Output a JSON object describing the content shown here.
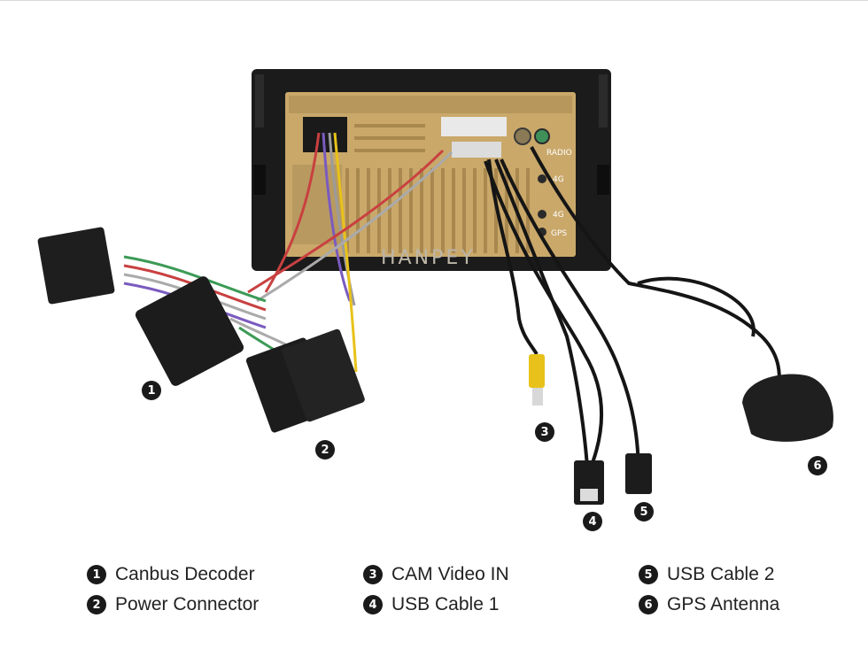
{
  "unit": {
    "port_labels": [
      "RADIO",
      "4G",
      "4G",
      "GPS"
    ],
    "watermark": "HANPEY"
  },
  "callouts": [
    "1",
    "2",
    "3",
    "4",
    "5",
    "6"
  ],
  "legend": [
    {
      "num": "1",
      "label": "Canbus Decoder"
    },
    {
      "num": "2",
      "label": "Power Connector"
    },
    {
      "num": "3",
      "label": "CAM Video IN"
    },
    {
      "num": "4",
      "label": "USB Cable 1"
    },
    {
      "num": "5",
      "label": "USB Cable 2"
    },
    {
      "num": "6",
      "label": "GPS Antenna"
    }
  ],
  "colors": {
    "chassis": "#1b1b1b",
    "panel": "#c9a86a",
    "connector": "#1e1e1e",
    "cable": "#151515",
    "rca_yellow": "#e8c21a",
    "callout": "#1a1a1a",
    "text": "#222222"
  }
}
